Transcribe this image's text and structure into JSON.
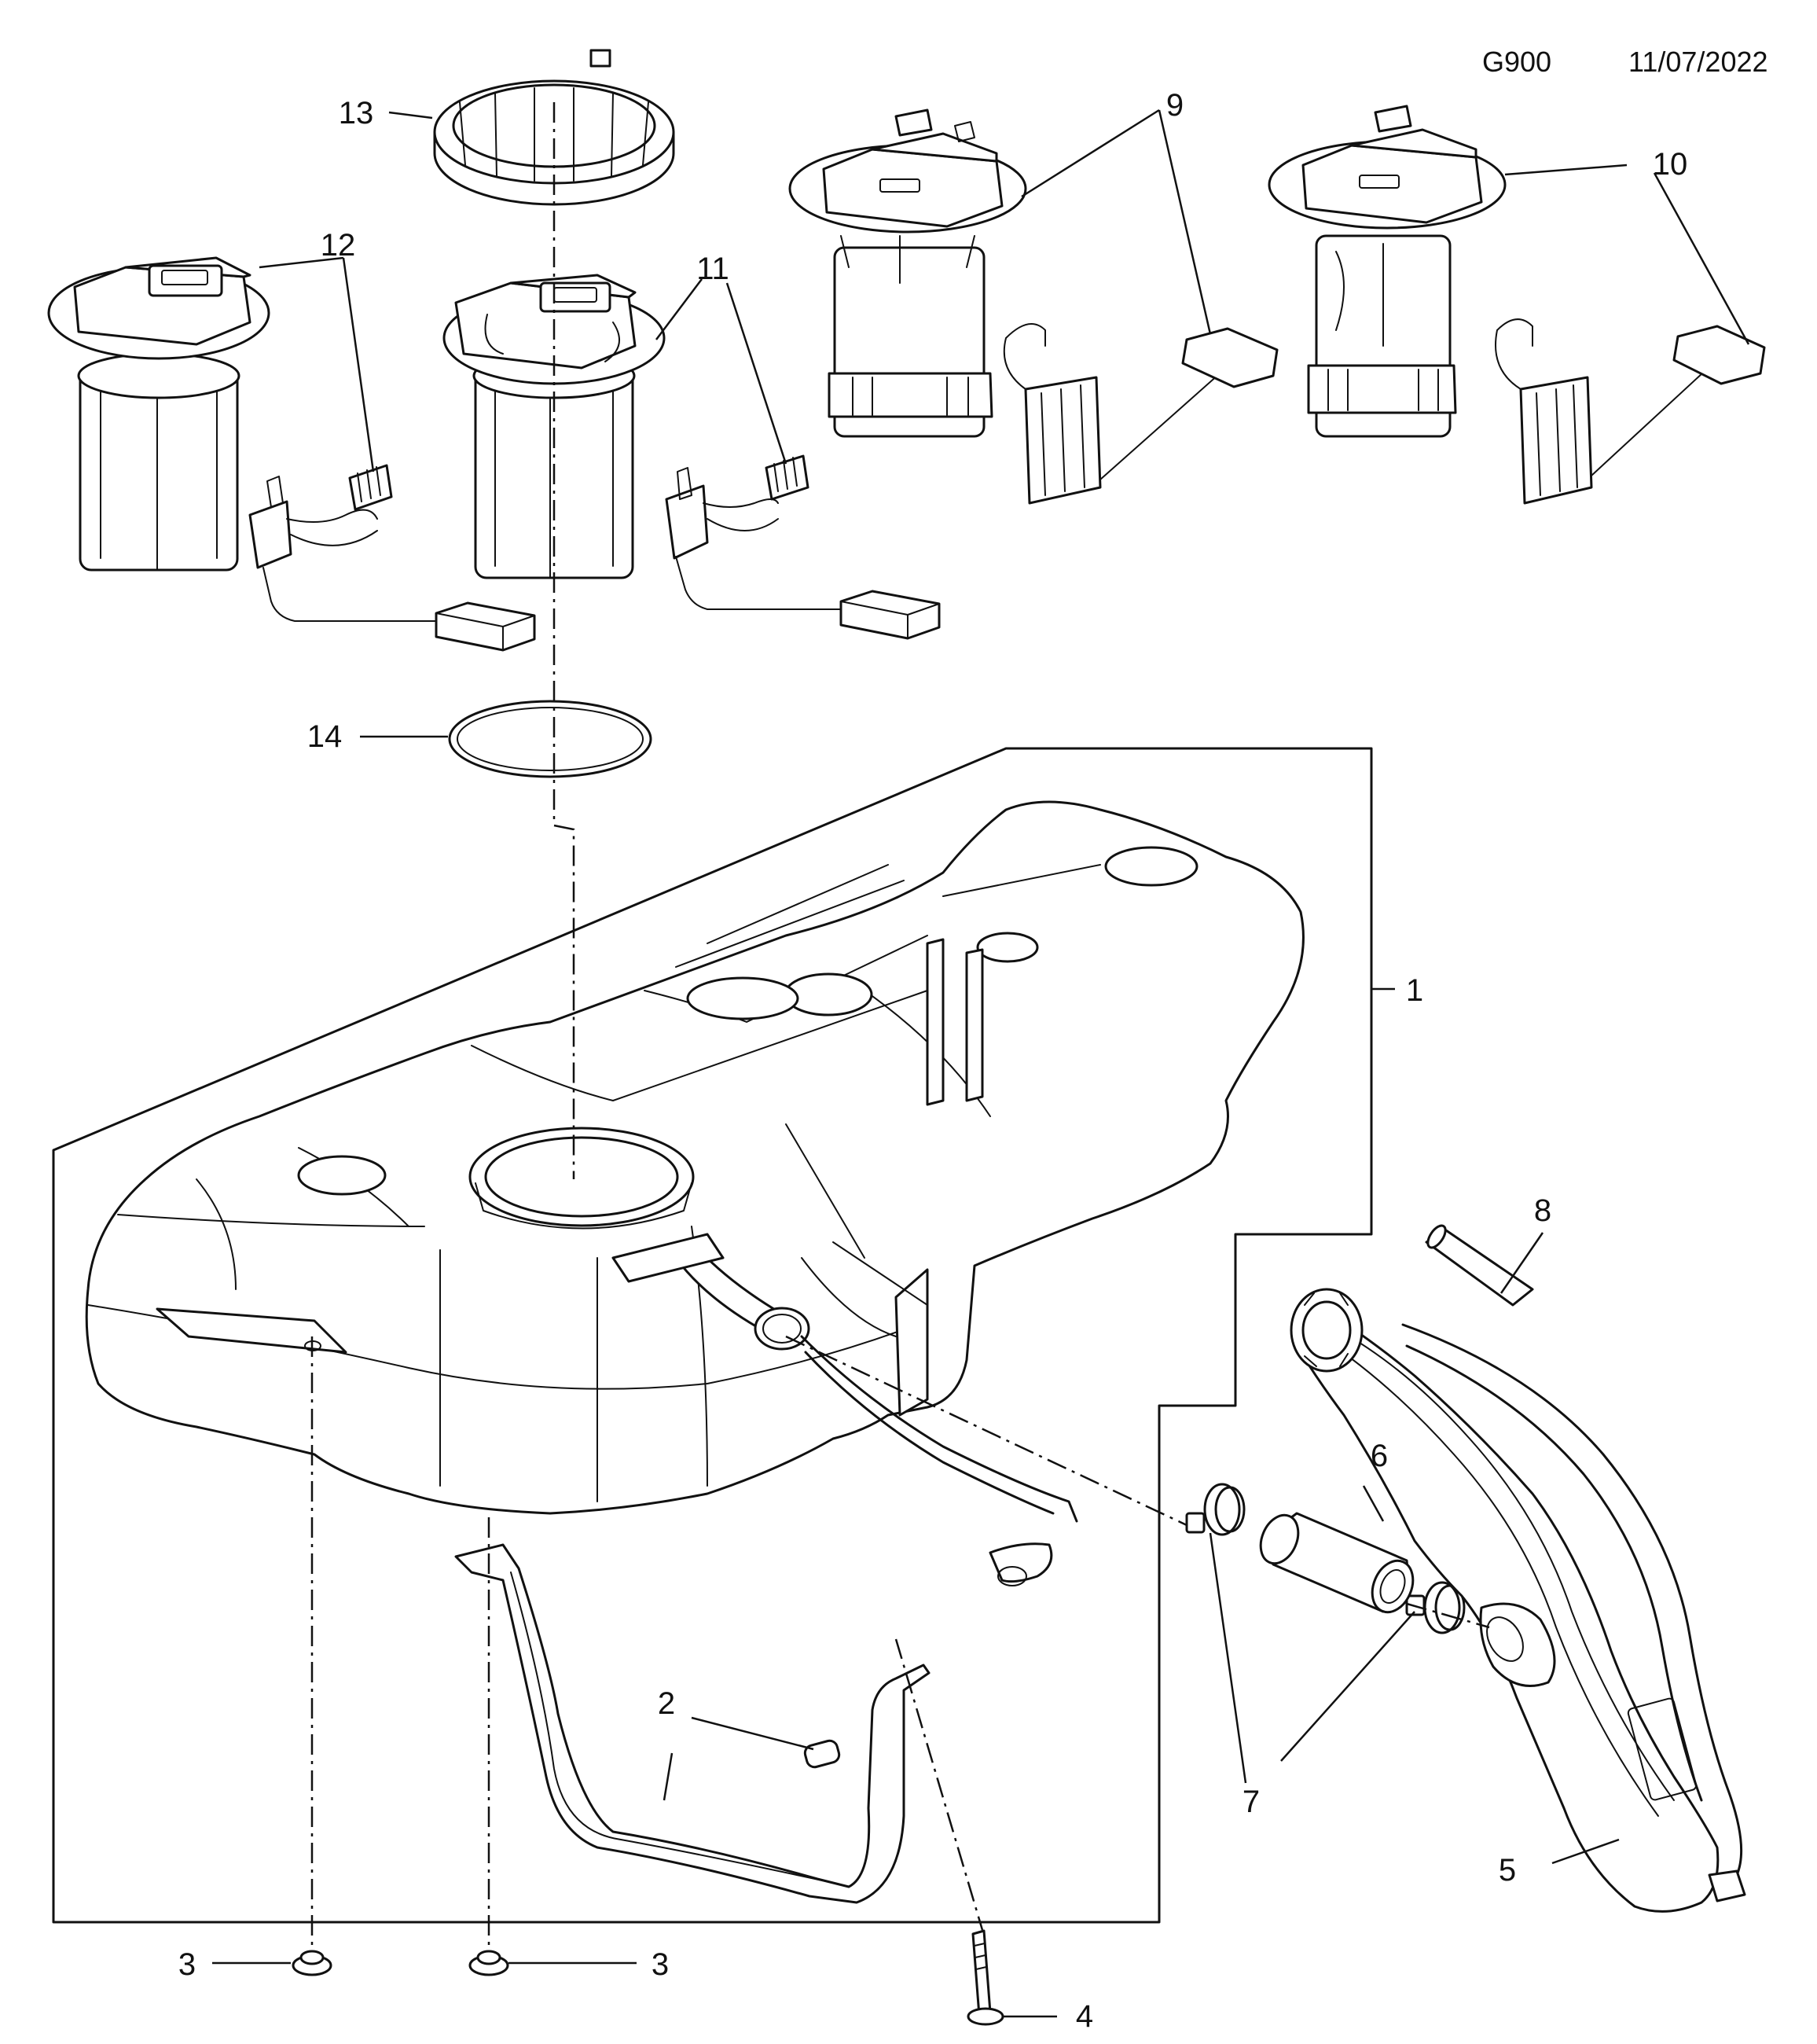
{
  "header": {
    "code": "G900",
    "date": "11/07/2022"
  },
  "callouts": {
    "c1": "1",
    "c2": "2",
    "c3a": "3",
    "c3b": "3",
    "c4": "4",
    "c5": "5",
    "c6": "6",
    "c7": "7",
    "c8": "8",
    "c9": "9",
    "c10": "10",
    "c11": "11",
    "c12": "12",
    "c13": "13",
    "c14": "14"
  }
}
